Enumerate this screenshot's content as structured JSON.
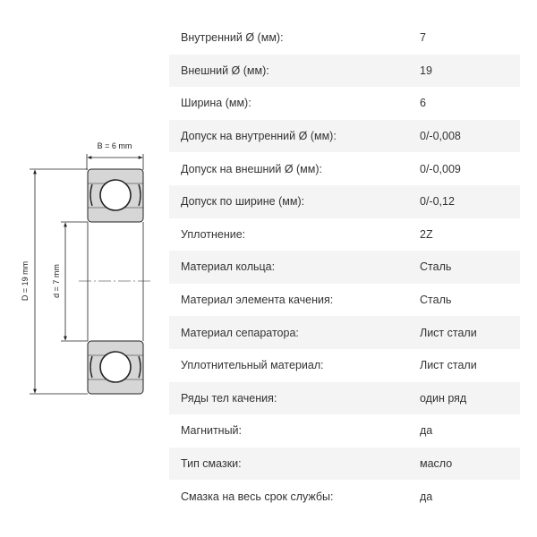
{
  "diagram": {
    "width_label": "B = 6 mm",
    "outer_diameter_label": "D = 19 mm",
    "inner_diameter_label": "d = 7 mm"
  },
  "specs": [
    {
      "label": "Внутренний Ø (мм):",
      "value": "7"
    },
    {
      "label": "Внешний Ø (мм):",
      "value": "19"
    },
    {
      "label": "Ширина (мм):",
      "value": "6"
    },
    {
      "label": "Допуск на внутренний Ø (мм):",
      "value": "0/-0,008"
    },
    {
      "label": "Допуск на внешний Ø (мм):",
      "value": "0/-0,009"
    },
    {
      "label": "Допуск по ширине (мм):",
      "value": "0/-0,12"
    },
    {
      "label": "Уплотнение:",
      "value": "2Z"
    },
    {
      "label": "Материал кольца:",
      "value": "Сталь"
    },
    {
      "label": "Материал элемента качения:",
      "value": "Сталь"
    },
    {
      "label": "Материал сепаратора:",
      "value": "Лист стали"
    },
    {
      "label": "Уплотнительный материал:",
      "value": "Лист стали"
    },
    {
      "label": "Ряды тел качения:",
      "value": "один ряд"
    },
    {
      "label": "Магнитный:",
      "value": "да"
    },
    {
      "label": "Тип смазки:",
      "value": "масло"
    },
    {
      "label": "Смазка на весь срок службы:",
      "value": "да"
    }
  ]
}
